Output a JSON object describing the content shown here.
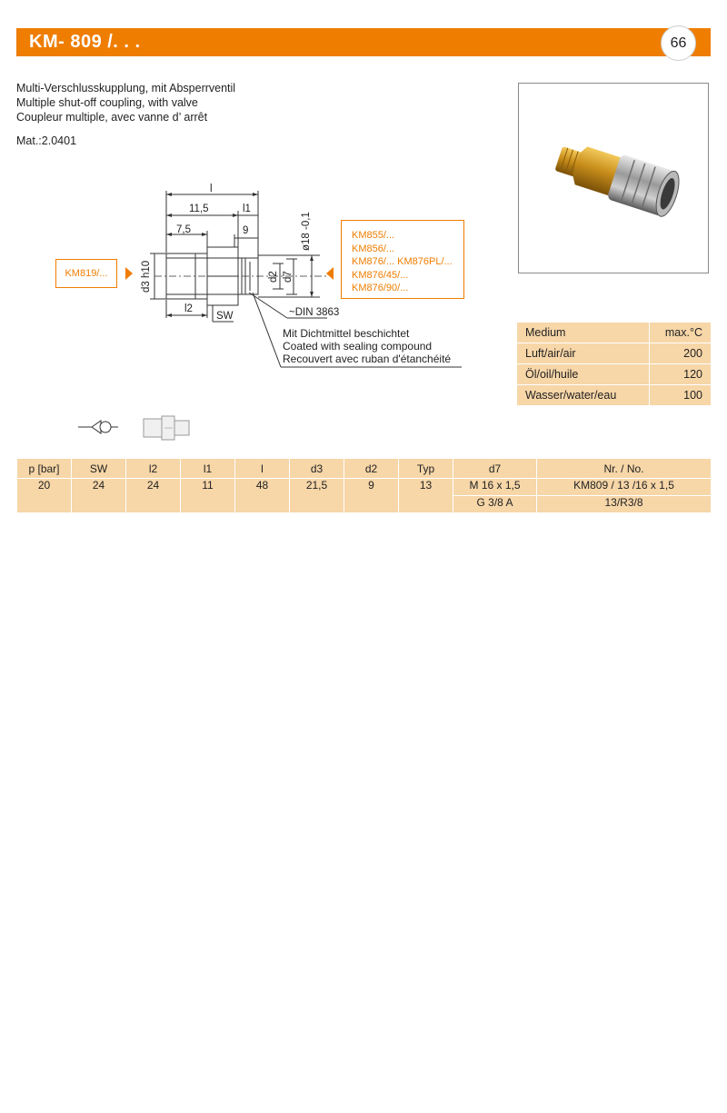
{
  "header": {
    "title": "KM- 809 /. . .",
    "page_number": "66",
    "accent_color": "#ef7d00"
  },
  "description": {
    "de": "Multi-Verschlusskupplung, mit Absperrventil",
    "en": "Multiple shut-off coupling, with valve",
    "fr": "Coupleur multiple, avec vanne d’ arrêt",
    "material": "Mat.:2.0401"
  },
  "drawing": {
    "dim_l": "l",
    "dim_11_5": "11,5",
    "dim_l1": "l1",
    "dim_7_5": "7,5",
    "dim_9": "9",
    "dim_d3": "d3 h10",
    "dim_l2": "l2",
    "dim_sw": "SW",
    "dim_d18": "ø18 -0,1",
    "dim_d2": "d2",
    "dim_d7": "d7",
    "din": "~DIN 3863",
    "ref_left": "KM819/...",
    "ref_right": [
      "KM855/...",
      "KM856/...",
      "KM876/...   KM876PL/...",
      "KM876/45/...",
      "KM876/90/..."
    ],
    "coating_de": "Mit Dichtmittel beschichtet",
    "coating_en": "Coated with sealing compound",
    "coating_fr": "Recouvert avec ruban d'étanchéité"
  },
  "temperature_table": {
    "header": [
      "Medium",
      "max.°C"
    ],
    "rows": [
      [
        "Luft/air/air",
        "200"
      ],
      [
        "Öl/oil/huile",
        "120"
      ],
      [
        "Wasser/water/eau",
        "100"
      ]
    ]
  },
  "spec_table": {
    "headers": [
      "p [bar]",
      "SW",
      "l2",
      "l1",
      "l",
      "d3",
      "d2",
      "Typ",
      "d7",
      "Nr. / No."
    ],
    "row": {
      "p": "20",
      "sw": "24",
      "l2": "24",
      "l1": "11",
      "l": "48",
      "d3": "21,5",
      "d2": "9",
      "typ": "13",
      "d7_1": "M 16 x 1,5",
      "nr_1": "KM809 / 13 /16 x 1,5",
      "d7_2": "G 3/8 A",
      "nr_2": "13/R3/8"
    }
  }
}
